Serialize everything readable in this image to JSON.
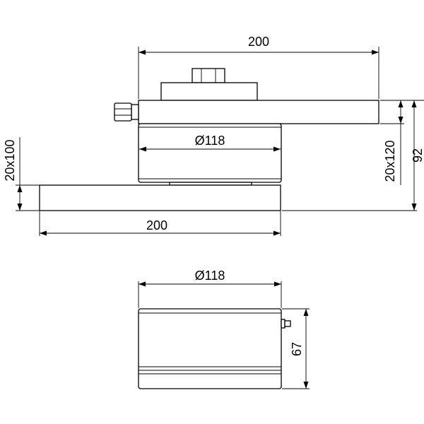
{
  "drawing": {
    "top_view": {
      "width_top": "200",
      "diameter": "Ø118",
      "width_bottom": "200",
      "plate_top": "20x120",
      "height": "92",
      "plate_bottom": "20x100"
    },
    "bottom_view": {
      "diameter": "Ø118",
      "height": "67"
    }
  }
}
